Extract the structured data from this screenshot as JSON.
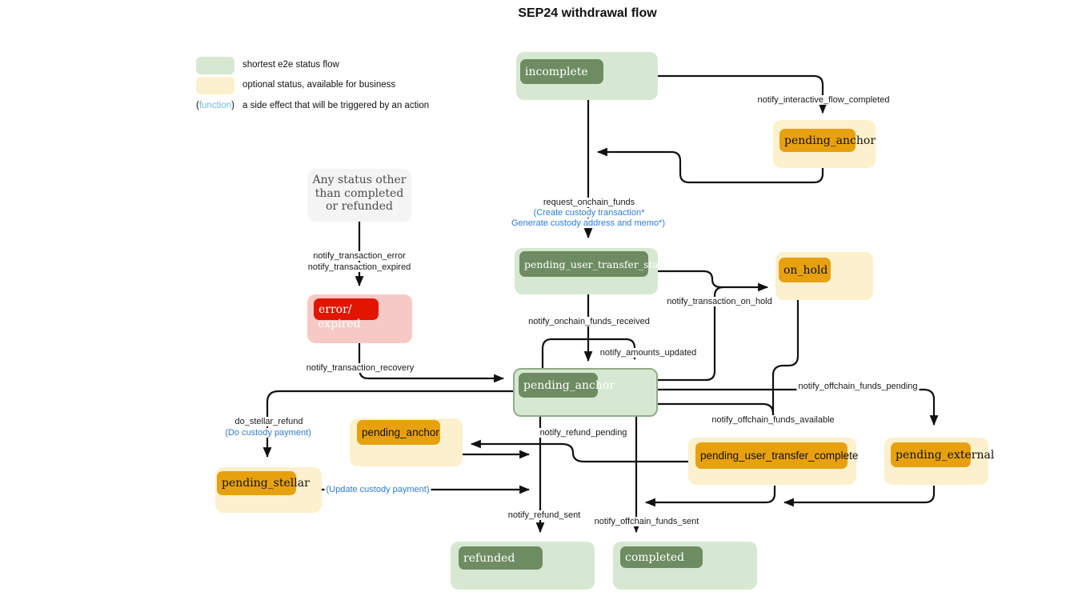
{
  "title": "SEP24 withdrawal flow",
  "legend": {
    "green_label": "shortest e2e status flow",
    "yellow_label": "optional status, available for business",
    "fn_open": "(",
    "fn_word": "function",
    "fn_close": ")",
    "fn_label": "a side effect that will be triggered by an action"
  },
  "nodes": {
    "incomplete": "incomplete",
    "pending_anchor_top": "pending_anchor",
    "pending_user_transfer_start": "pending_user_transfer_start",
    "on_hold": "on_hold",
    "any_status": "Any status other than completed or refunded",
    "error": "error/",
    "expired": "expired",
    "pending_anchor_main": "pending_anchor",
    "pending_anchor_small": "pending_anchor",
    "pending_stellar": "pending_stellar",
    "pending_user_transfer_complete": "pending_user_transfer_complete",
    "pending_external": "pending_external",
    "refunded": "refunded",
    "completed": "completed"
  },
  "edges": {
    "notify_interactive_flow_completed": "notify_interactive_flow_completed",
    "request_onchain_funds": "request_onchain_funds",
    "create_custody_transaction": "(Create custody transaction*",
    "generate_custody_address": "Generate custody address and memo*)",
    "notify_onchain_funds_received": "notify_onchain_funds_received",
    "notify_transaction_on_hold": "notify_transaction_on_hold",
    "notify_amounts_updated": "notify_amounts_updated",
    "notify_transaction_error": "notify_transaction_error",
    "notify_transaction_expired": "notify_transaction_expired",
    "notify_transaction_recovery": "notify_transaction_recovery",
    "do_stellar_refund": "do_stellar_refund",
    "do_custody_payment": "(Do custody payment)",
    "notify_refund_pending": "notify_refund_pending",
    "update_custody_payment": "(Update custody payment)",
    "notify_refund_sent": "notify_refund_sent",
    "notify_offchain_funds_sent": "notify_offchain_funds_sent",
    "notify_offchain_funds_available": "notify_offchain_funds_available",
    "notify_offchain_funds_pending": "notify_offchain_funds_pending"
  },
  "colors": {
    "light_green": "#d6e8d2",
    "dark_green": "#6e8c62",
    "green_border": "#93ab89",
    "light_yellow": "#fdf0cd",
    "orange": "#e8a10e",
    "pink": "#f7c9c6",
    "red": "#e11500",
    "gray_box": "#f4f4f4",
    "action_blue": "#2e7cd6",
    "function_blue": "#74b9e8",
    "line": "#111111"
  }
}
